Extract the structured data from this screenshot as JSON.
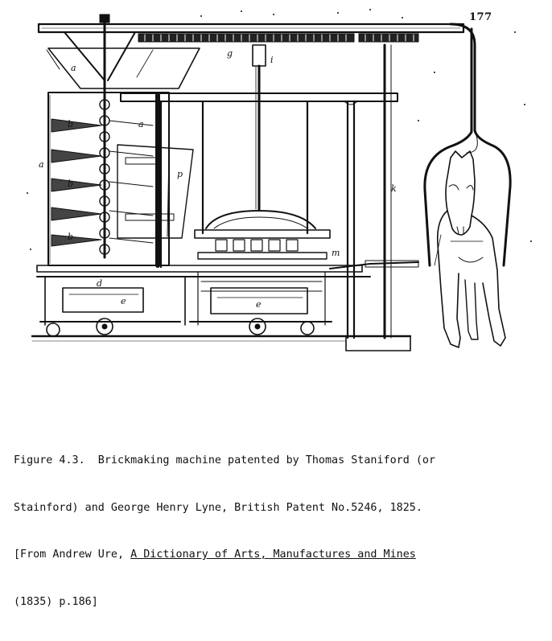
{
  "page_number": "177",
  "figure_labels": {
    "a_top": "a",
    "g": "g",
    "i": "i",
    "a_mid": "a",
    "b1": "b",
    "b2": "b",
    "b3": "b",
    "a_left": "a",
    "p": "p",
    "k": "k",
    "m": "m",
    "d": "d",
    "e1": "e",
    "e2": "e"
  },
  "caption": {
    "line1": "Figure 4.3.  Brickmaking machine patented by Thomas Staniford (or",
    "line2": "Stainford) and George Henry Lyne, British Patent No.5246, 1825.",
    "line3_prefix": "[From Andrew Ure, ",
    "line3_title": "A Dictionary of Arts, Manufactures and Mines",
    "line4": "(1835) p.186]"
  },
  "colors": {
    "ink": "#111111",
    "paper": "#ffffff"
  }
}
